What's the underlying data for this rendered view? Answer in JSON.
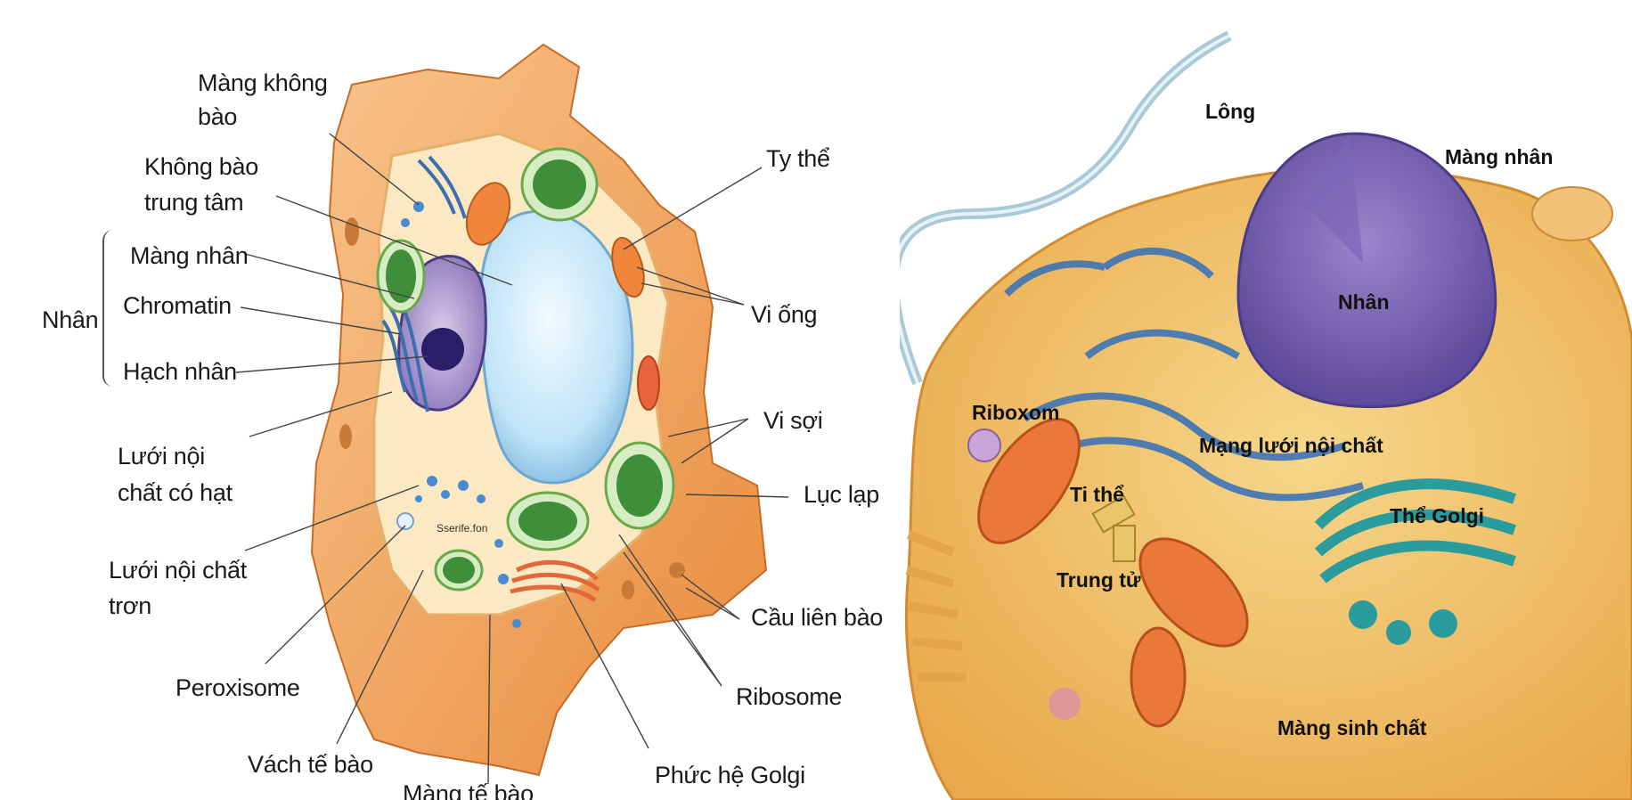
{
  "plant_cell": {
    "labels": {
      "mang_khong_bao_1": "Màng không",
      "mang_khong_bao_2": "bào",
      "khong_bao_1": "Không bào",
      "khong_bao_2": "trung tâm",
      "nhan": "Nhân",
      "mang_nhan": "Màng nhân",
      "chromatin": "Chromatin",
      "hach_nhan": "Hạch nhân",
      "luoi_hat_1": "Lưới nội",
      "luoi_hat_2": "chất có hạt",
      "luoi_tron_1": "Lưới nội chất",
      "luoi_tron_2": "trơn",
      "peroxisome": "Peroxisome",
      "vach_te_bao": "Vách tế bào",
      "mang_te_bao": "Màng tế bào",
      "ty_the": "Ty thể",
      "vi_ong": "Vi ống",
      "vi_soi": "Vi sợi",
      "luc_lap": "Lục lạp",
      "cau_lien_bao": "Cầu liên bào",
      "ribosome": "Ribosome",
      "phuc_he_golgi": "Phức hệ Golgi",
      "watermark": "Sserife.fon"
    }
  },
  "animal_cell": {
    "labels": {
      "long": "Lông",
      "mang_nhan": "Màng nhân",
      "nhan": "Nhân",
      "riboxom": "Riboxom",
      "mang_luoi": "Mạng lưới nội chất",
      "ti_the": "Ti thể",
      "the_golgi": "Thể Golgi",
      "trung_tu": "Trung tử",
      "mang_sinh_chat": "Màng sinh chất"
    }
  },
  "colors": {
    "cell_wall": "#f4a55e",
    "cytoplasm": "#fbe9c4",
    "vacuole": "#bfe3f7",
    "chloroplast": "#3f8f3a",
    "nucleus": "#8a73b8",
    "er": "#3c6fb0",
    "golgi_teal": "#2b9c9e",
    "mitochondria": "#e9783a"
  }
}
